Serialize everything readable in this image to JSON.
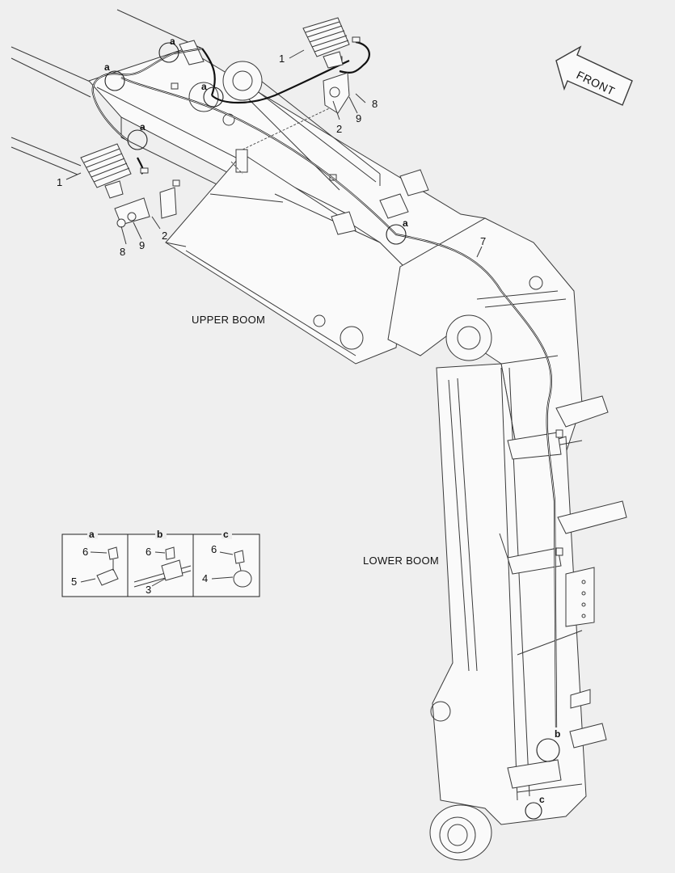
{
  "diagram": {
    "sections": {
      "upper_boom": "UPPER BOOM",
      "lower_boom": "LOWER BOOM"
    },
    "front_indicator": "FRONT",
    "part_callouts": [
      {
        "id": "lamp-top",
        "text": "1"
      },
      {
        "id": "lamp-left",
        "text": "1"
      },
      {
        "id": "bracket-top",
        "text": "2"
      },
      {
        "id": "bracket-left",
        "text": "2"
      },
      {
        "id": "bolt-top",
        "text": "8"
      },
      {
        "id": "bolt-left",
        "text": "8"
      },
      {
        "id": "washer-top",
        "text": "9"
      },
      {
        "id": "washer-left",
        "text": "9"
      },
      {
        "id": "harness",
        "text": "7"
      }
    ],
    "clamp_markers": [
      {
        "id": "a1",
        "text": "a"
      },
      {
        "id": "a2",
        "text": "a"
      },
      {
        "id": "a3",
        "text": "a"
      },
      {
        "id": "a4",
        "text": "a"
      },
      {
        "id": "a5",
        "text": "a"
      },
      {
        "id": "b1",
        "text": "b"
      },
      {
        "id": "c1",
        "text": "c"
      }
    ],
    "detail_panels": [
      {
        "title": "a",
        "parts": [
          {
            "text": "6"
          },
          {
            "text": "5"
          }
        ]
      },
      {
        "title": "b",
        "parts": [
          {
            "text": "6"
          },
          {
            "text": "3"
          }
        ]
      },
      {
        "title": "c",
        "parts": [
          {
            "text": "6"
          },
          {
            "text": "4"
          }
        ]
      }
    ]
  }
}
